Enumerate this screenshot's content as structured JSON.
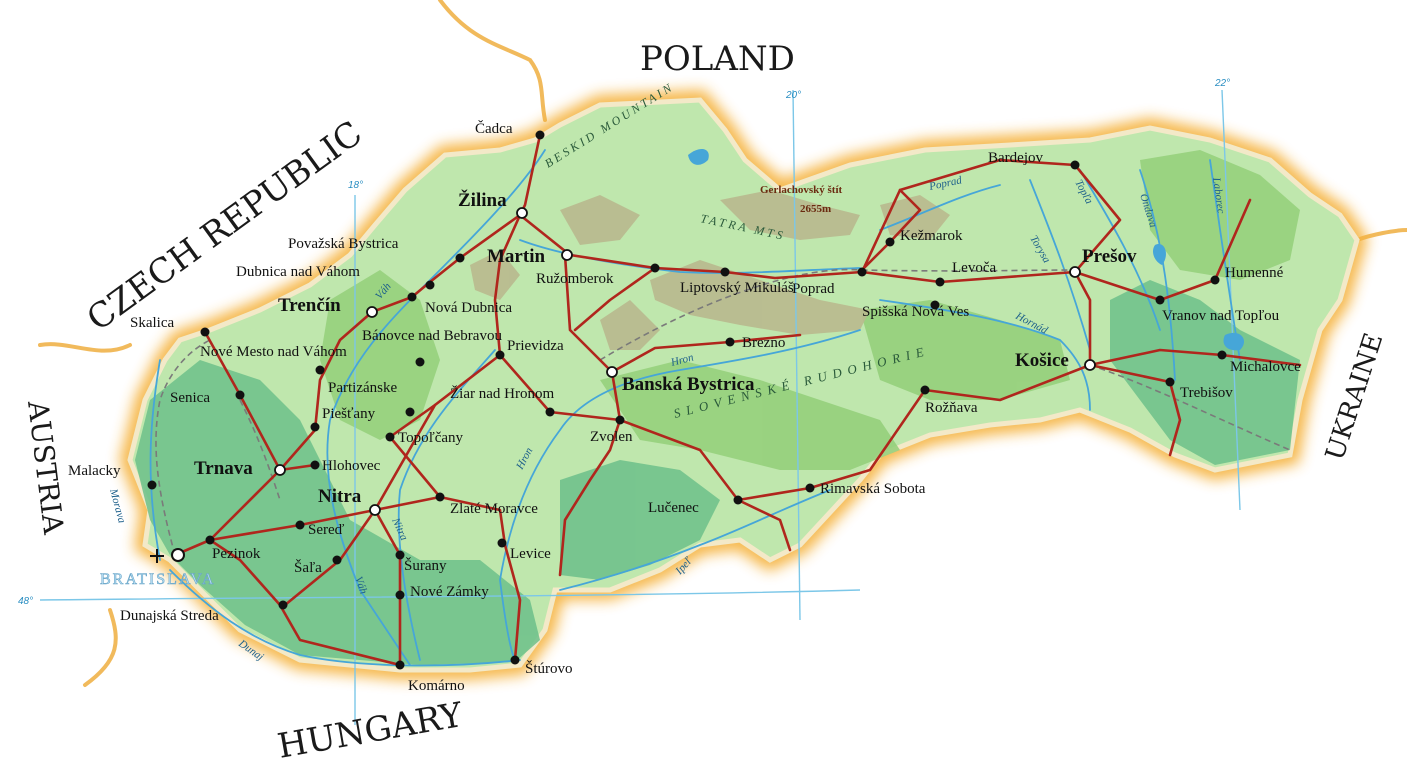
{
  "countries": [
    {
      "id": "czech",
      "label": "CZECH REPUBLIC"
    },
    {
      "id": "poland",
      "label": "POLAND"
    },
    {
      "id": "ukraine",
      "label": "UKRAINE"
    },
    {
      "id": "austria",
      "label": "AUSTRIA"
    },
    {
      "id": "hungary",
      "label": "HUNGARY"
    }
  ],
  "capital": {
    "name": "BRATISLAVA"
  },
  "cities": [
    {
      "id": "cadca",
      "name": "Čadca"
    },
    {
      "id": "zilina",
      "name": "Žilina",
      "major": true
    },
    {
      "id": "povazska",
      "name": "Považská Bystrica"
    },
    {
      "id": "dubnica",
      "name": "Dubnica nad Váhom"
    },
    {
      "id": "trencin",
      "name": "Trenčín",
      "major": true
    },
    {
      "id": "nova-dubnica",
      "name": "Nová Dubnica"
    },
    {
      "id": "martin",
      "name": "Martin",
      "major": true
    },
    {
      "id": "ruzomberok",
      "name": "Ružomberok"
    },
    {
      "id": "skalica",
      "name": "Skalica"
    },
    {
      "id": "nove-mesto",
      "name": "Nové Mesto nad Váhom"
    },
    {
      "id": "banovce",
      "name": "Bánovce nad Bebravou"
    },
    {
      "id": "prievidza",
      "name": "Prievidza"
    },
    {
      "id": "senica",
      "name": "Senica"
    },
    {
      "id": "partizanske",
      "name": "Partizánske"
    },
    {
      "id": "piestany",
      "name": "Piešťany"
    },
    {
      "id": "ziar",
      "name": "Žiar nad Hronom"
    },
    {
      "id": "topolcany",
      "name": "Topoľčany"
    },
    {
      "id": "zvolen",
      "name": "Zvolen"
    },
    {
      "id": "banska-bystrica",
      "name": "Banská Bystrica",
      "major": true
    },
    {
      "id": "liptovsky",
      "name": "Liptovský Mikuláš"
    },
    {
      "id": "poprad",
      "name": "Poprad"
    },
    {
      "id": "brezno",
      "name": "Brezno"
    },
    {
      "id": "kezmarok",
      "name": "Kežmarok"
    },
    {
      "id": "levoca",
      "name": "Levoča"
    },
    {
      "id": "spisska",
      "name": "Spišská Nová Ves"
    },
    {
      "id": "bardejov",
      "name": "Bardejov"
    },
    {
      "id": "presov",
      "name": "Prešov",
      "major": true
    },
    {
      "id": "humenne",
      "name": "Humenné"
    },
    {
      "id": "vranov",
      "name": "Vranov nad Topľou"
    },
    {
      "id": "kosice",
      "name": "Košice",
      "major": true
    },
    {
      "id": "michalovce",
      "name": "Michalovce"
    },
    {
      "id": "trebisov",
      "name": "Trebišov"
    },
    {
      "id": "roznava",
      "name": "Rožňava"
    },
    {
      "id": "malacky",
      "name": "Malacky"
    },
    {
      "id": "trnava",
      "name": "Trnava",
      "major": true
    },
    {
      "id": "hlohovec",
      "name": "Hlohovec"
    },
    {
      "id": "nitra",
      "name": "Nitra",
      "major": true
    },
    {
      "id": "zlate-moravce",
      "name": "Zlaté Moravce"
    },
    {
      "id": "lucenec",
      "name": "Lučenec"
    },
    {
      "id": "rimavska",
      "name": "Rimavská Sobota"
    },
    {
      "id": "sered",
      "name": "Sereď"
    },
    {
      "id": "pezinok",
      "name": "Pezinok"
    },
    {
      "id": "sala",
      "name": "Šaľa"
    },
    {
      "id": "surany",
      "name": "Šurany"
    },
    {
      "id": "levice",
      "name": "Levice"
    },
    {
      "id": "nove-zamky",
      "name": "Nové Zámky"
    },
    {
      "id": "dunajska",
      "name": "Dunajská Streda"
    },
    {
      "id": "komarno",
      "name": "Komárno"
    },
    {
      "id": "sturovo",
      "name": "Štúrovo"
    }
  ],
  "regions": [
    {
      "id": "beskid",
      "name": "BESKID MOUNTAIN"
    },
    {
      "id": "tatra",
      "name": "TATRA MTS"
    },
    {
      "id": "rudohorie",
      "name": "SLOVENSKÉ RUDOHORIE"
    }
  ],
  "peak": {
    "name": "Gerlachovský štít",
    "elevation": "2655m"
  },
  "rivers": [
    {
      "id": "vah",
      "name": "Váh"
    },
    {
      "id": "vah2",
      "name": "Váh"
    },
    {
      "id": "morava",
      "name": "Morava"
    },
    {
      "id": "dunaj",
      "name": "Dunaj"
    },
    {
      "id": "hron",
      "name": "Hron"
    },
    {
      "id": "hron2",
      "name": "Hron"
    },
    {
      "id": "nitra-r",
      "name": "Nitra"
    },
    {
      "id": "ipel",
      "name": "Ipeľ"
    },
    {
      "id": "hornad",
      "name": "Hornád"
    },
    {
      "id": "torysa",
      "name": "Torysa"
    },
    {
      "id": "topla",
      "name": "Topľa"
    },
    {
      "id": "ondava",
      "name": "Ondava"
    },
    {
      "id": "laborec",
      "name": "Laborec"
    },
    {
      "id": "poprad-r",
      "name": "Poprad"
    }
  ],
  "graticule": [
    {
      "id": "lon18",
      "label": "18°"
    },
    {
      "id": "lon20",
      "label": "20°"
    },
    {
      "id": "lon22",
      "label": "22°"
    },
    {
      "id": "lat48",
      "label": "48°"
    }
  ],
  "colors": {
    "land": "#bfe7ad",
    "lowland": "#6cc08a",
    "highland": "#93cf79",
    "mountain": "#b9b98e",
    "border_glow": "#f5b23c",
    "border": "#f3e9c8",
    "road": "#b0261d",
    "rail": "#7a7a7a",
    "river": "#46a6d8",
    "graticule": "#7cc7e8"
  }
}
